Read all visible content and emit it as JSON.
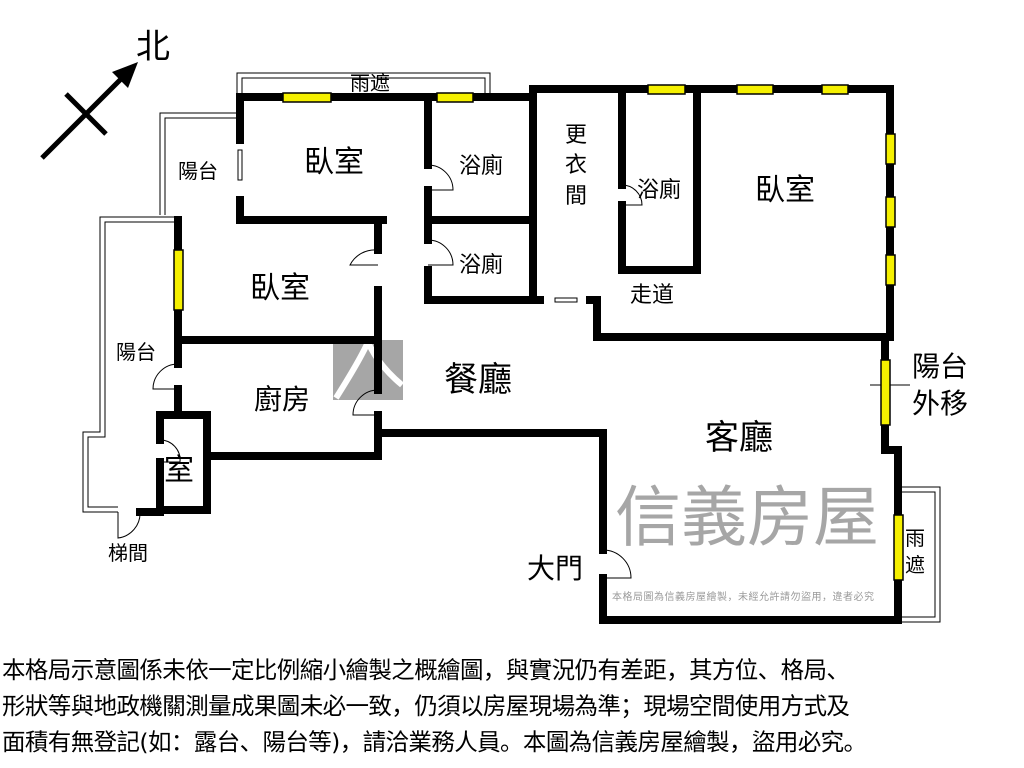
{
  "compass": {
    "north_label": "北"
  },
  "rooms": {
    "bedroom_top": "臥室",
    "bedroom_left": "臥室",
    "bedroom_master": "臥室",
    "bath_1": "浴廁",
    "bath_2": "浴廁",
    "bath_master": "浴廁",
    "closet_1": "更",
    "closet_2": "衣",
    "closet_3": "間",
    "corridor": "走道",
    "dining": "餐廳",
    "living": "客廳",
    "kitchen": "廚房",
    "small_room": "室",
    "balcony_top": "陽台",
    "balcony_left": "陽台",
    "canopy_top": "雨遮",
    "canopy_right_1": "雨",
    "canopy_right_2": "遮",
    "balcony_moved_1": "陽台",
    "balcony_moved_2": "外移",
    "stairwell": "梯間",
    "main_door": "大門"
  },
  "watermark": {
    "brand": "信義房屋",
    "notice": "本格局圖為信義房屋繪製，未經允許請勿盜用，違者必究"
  },
  "colors": {
    "window": "#f5f000",
    "wall": "#000000",
    "watermark": "#a6a6a6"
  },
  "disclaimer": [
    "本格局示意圖係未依一定比例縮小繪製之概繪圖，與實況仍有差距，其方位、格局、",
    "形狀等與地政機關測量成果圖未必一致，仍須以房屋現場為準；現場空間使用方式及",
    "面積有無登記(如：露台、陽台等)，請洽業務人員。本圖為信義房屋繪製，盜用必究。"
  ]
}
